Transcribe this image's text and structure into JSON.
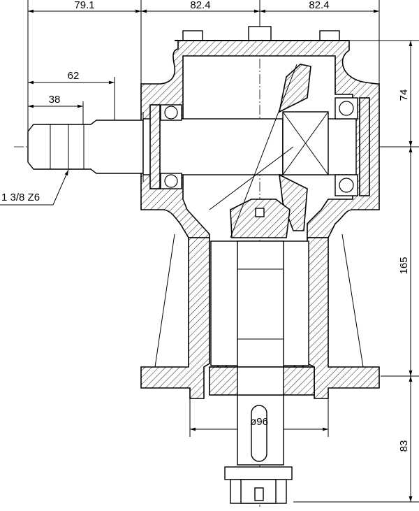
{
  "dimensions": {
    "top_left": "79.1",
    "top_mid": "82.4",
    "top_right": "82.4",
    "shaft_62": "62",
    "shaft_38": "38",
    "spline": "1 3/8 Z6",
    "right_74": "74",
    "right_165": "165",
    "right_83": "83",
    "diameter": "ø96"
  }
}
